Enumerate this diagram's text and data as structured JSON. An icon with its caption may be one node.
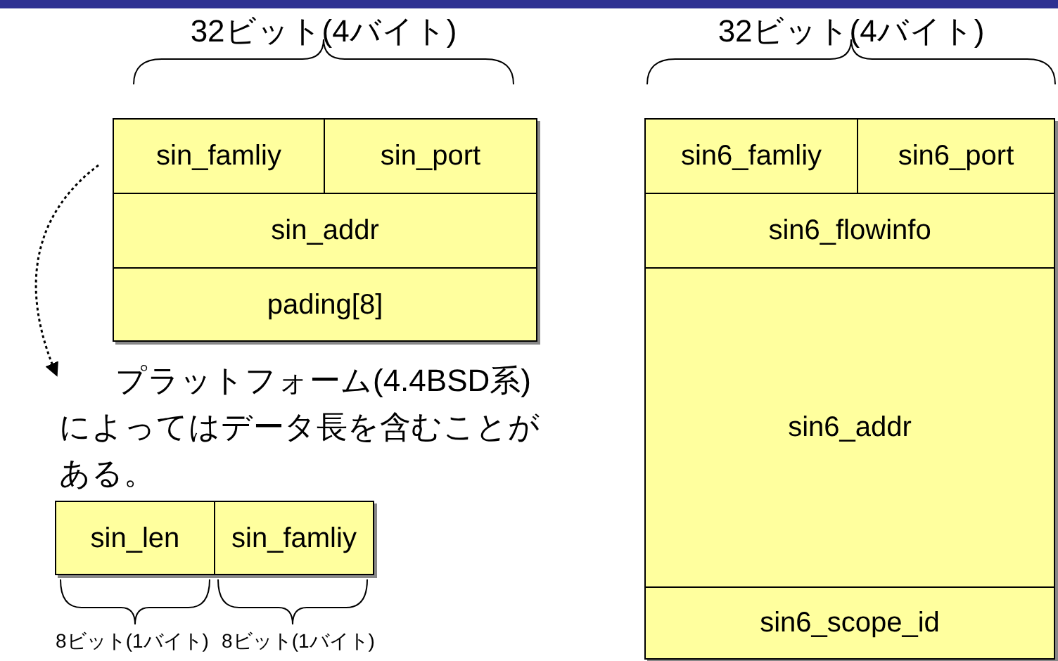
{
  "diagram": {
    "nodes": [
      {
        "text": [
          "sin_famliy"
        ]
      },
      {
        "text": [
          "sin_port"
        ]
      },
      {
        "text": [
          "sin_addr"
        ]
      },
      {
        "text": [
          "pading[8]"
        ]
      },
      {
        "text": [
          "sin6_famliy"
        ]
      },
      {
        "text": [
          "sin6_port"
        ]
      },
      {
        "text": [
          "sin6_flowinfo"
        ]
      },
      {
        "text": [
          "sin6_addr"
        ]
      },
      {
        "text": [
          "sin6_scope_id"
        ]
      },
      {
        "text": [
          "プラットフォーム(4.4BSD系)によってはデータ長を含むことがある。"
        ]
      },
      {
        "text": [
          "sin_len"
        ]
      },
      {
        "text": [
          "sin_famliy"
        ]
      }
    ],
    "edges": [
      {
        "from": 0,
        "to": 9,
        "arrow": "to",
        "style": "dashed"
      }
    ],
    "labels": [
      "32ビット(4バイト)",
      "32ビット(4バイト)",
      "8ビット(1バイト)",
      "8ビット(1バイト)"
    ]
  }
}
